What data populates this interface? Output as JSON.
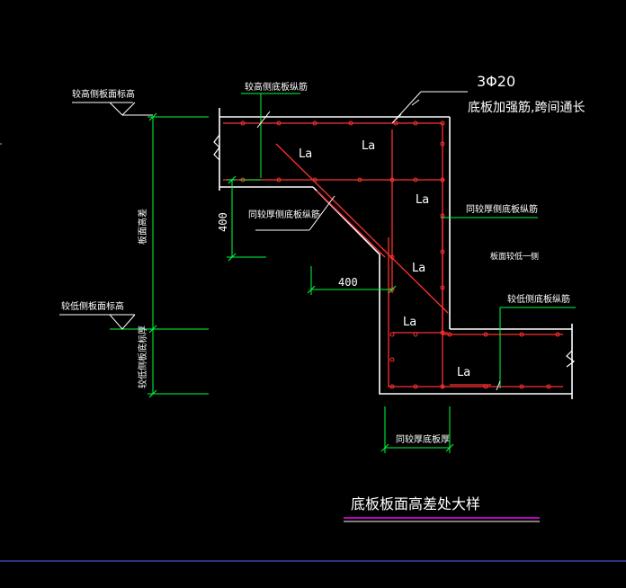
{
  "labels": {
    "upper_top_label": "较高侧板面标高",
    "upper_bottom_rebar": "较高侧底板纵筋",
    "rebar_spec": "3Φ20",
    "rebar_note": "底板加强筋,跨间通长",
    "la": "La",
    "dim_400_vertical": "400",
    "dim_400_horizontal": "400",
    "same_thick_bottom_rebar": "同较厚侧底板纵筋",
    "same_thick_bottom_rebar_right": "同较厚侧底板纵筋",
    "elev_diff": "板面高差",
    "lower_side_note": "板面较低一侧",
    "lower_side_elev": "较低侧板面标高",
    "lower_bottom_rebar": "较低侧底板纵筋",
    "lower_slab_thick": "较低侧板底标厚",
    "same_thick_slab": "同较厚底板厚",
    "title": "底板板面高差处大样"
  },
  "colors": {
    "concrete": "#ffffff",
    "rebar": "#ff3030",
    "dimension": "#00ff3c",
    "leader": "#ffffff",
    "title_underline_1": "#ff00ff",
    "title_underline_2": "#ffffff",
    "frame_line": "#6060ff"
  }
}
